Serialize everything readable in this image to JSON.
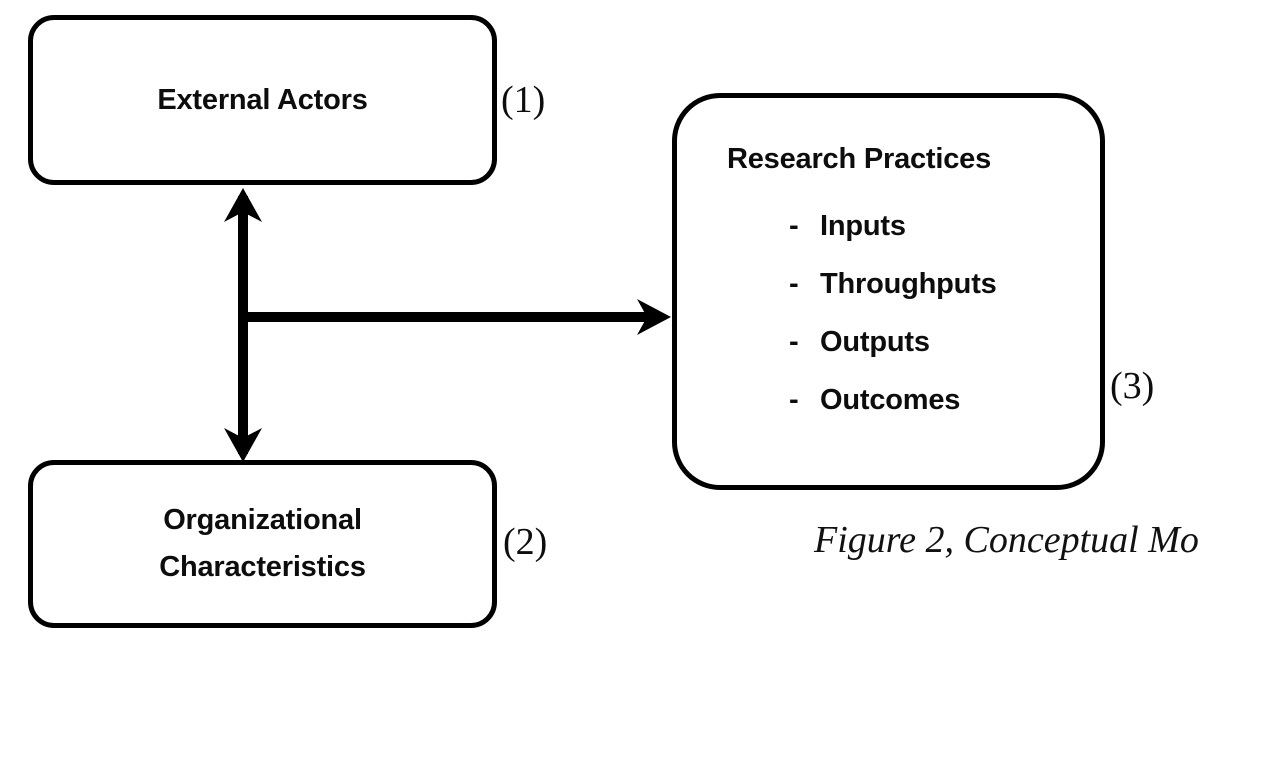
{
  "figure": {
    "caption": "Figure 2, Conceptual Mo",
    "caption_full_visible": "Figure 2, Conceptual Mo"
  },
  "nodes": [
    {
      "id": "external-actors",
      "title": "External Actors",
      "ref": "(1)"
    },
    {
      "id": "organizational-characteristics",
      "title_line1": "Organizational",
      "title_line2": "Characteristics",
      "ref": "(2)"
    },
    {
      "id": "research-practices",
      "title": "Research Practices",
      "ref": "(3)",
      "bullet_marker": "-",
      "items": [
        "Inputs",
        "Throughputs",
        "Outputs",
        "Outcomes"
      ]
    }
  ],
  "connectors": [
    {
      "id": "vertical-bidirectional",
      "type": "double-headed-arrow",
      "orientation": "vertical",
      "from": "external-actors",
      "to": "organizational-characteristics"
    },
    {
      "id": "horizontal-to-research",
      "type": "single-headed-arrow",
      "orientation": "horizontal",
      "to": "research-practices"
    }
  ],
  "colors": {
    "stroke": "#000000",
    "text": "#0d0d0d",
    "background": "#ffffff"
  }
}
